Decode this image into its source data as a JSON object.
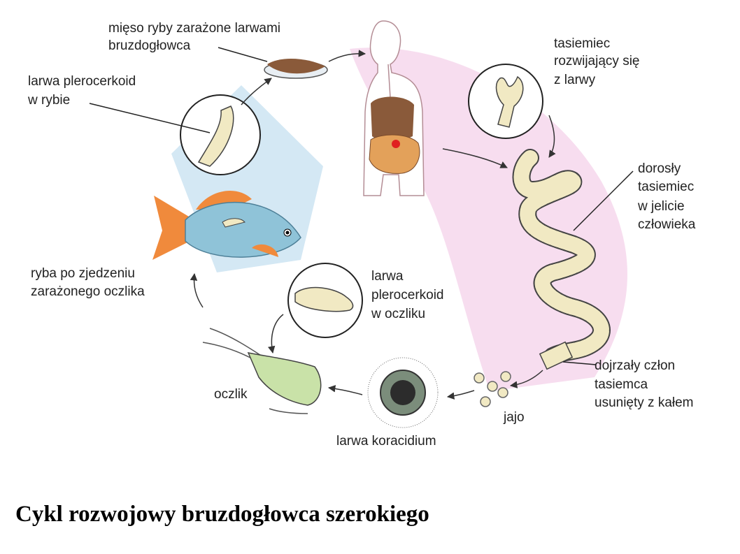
{
  "labels": {
    "fish_meat": [
      "mięso ryby zarażone larwami",
      "bruzdogłowca"
    ],
    "plerocercoid_fish": [
      "larwa plerocerkoid",
      "w rybie"
    ],
    "tapeworm_developing": [
      "tasiemiec",
      "rozwijający się",
      "z larwy"
    ],
    "adult_tapeworm": [
      "dorosły",
      "tasiemiec",
      "w jelicie",
      "człowieka"
    ],
    "mature_segment": [
      "dojrzały człon",
      "tasiemca",
      "usunięty z kałem"
    ],
    "egg": [
      "jajo"
    ],
    "coracidium": [
      "larwa koracidium"
    ],
    "copepod": [
      "oczlik"
    ],
    "plerocercoid_copepod": [
      "larwa",
      "plerocerkoid",
      "w oczliku"
    ],
    "fish_after": [
      "ryba po zjedzeniu",
      "zarażonego oczlika"
    ]
  },
  "caption": "Cykl rozwojowy bruzdogłowca szerokiego",
  "colors": {
    "pink_region": "#f6d7ec",
    "blue_region": "#cfe6f3",
    "fish_body": "#8fc3d8",
    "fish_fin": "#f08a3c",
    "organ_brown": "#8a5a3a",
    "tapeworm_cream": "#f1e9c3",
    "copepod_green": "#c9e2a8",
    "line": "#222222"
  },
  "icons": [
    "fish-icon",
    "human-body-icon",
    "tapeworm-icon",
    "egg-icon",
    "coracidium-icon",
    "copepod-icon",
    "larva-icon",
    "plate-icon"
  ]
}
